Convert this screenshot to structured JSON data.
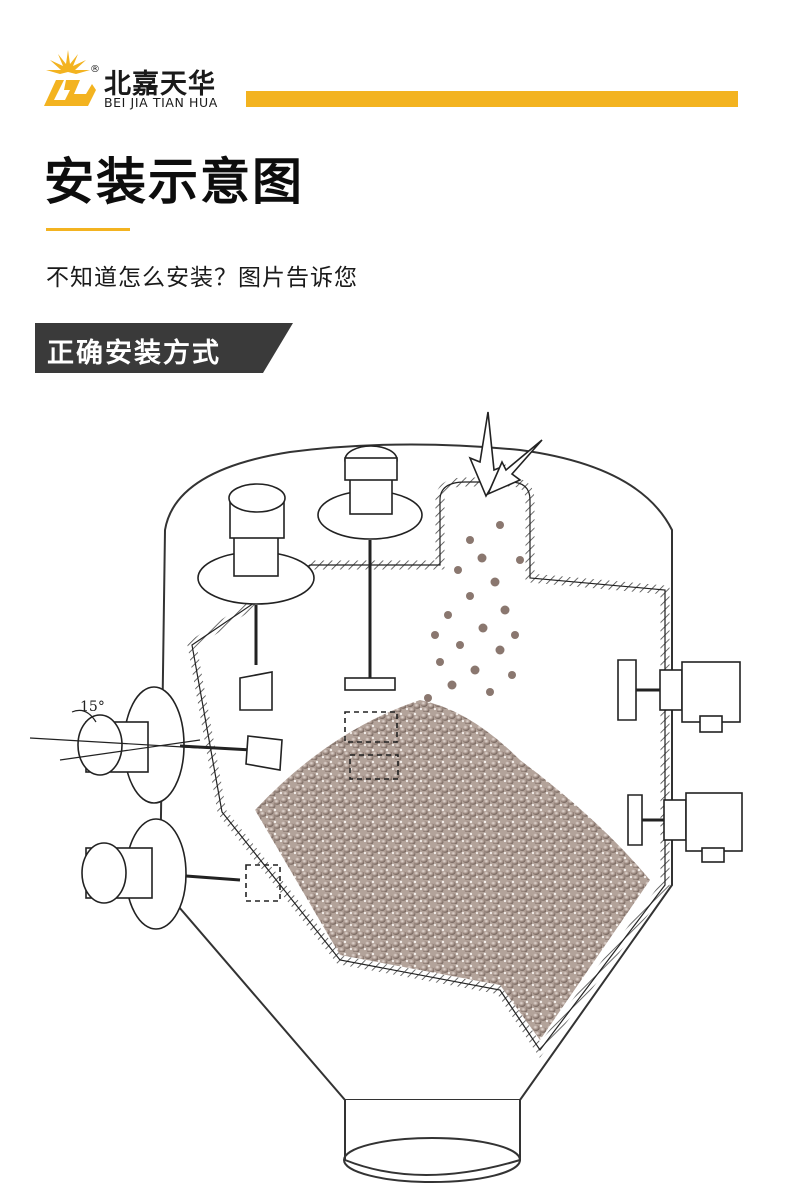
{
  "brand": {
    "name_cn": "北嘉天华",
    "name_en": "BEI JIA TIAN HUA",
    "registered_mark": "®",
    "accent_color": "#f3b320",
    "logo_icon": "star-burst-logo-icon"
  },
  "page": {
    "title": "安装示意图",
    "subtitle": "不知道怎么安装？图片告诉您"
  },
  "section": {
    "label": "正确安装方式",
    "tab_color": "#3a3a3a"
  },
  "diagram": {
    "angle_label": "15°"
  }
}
